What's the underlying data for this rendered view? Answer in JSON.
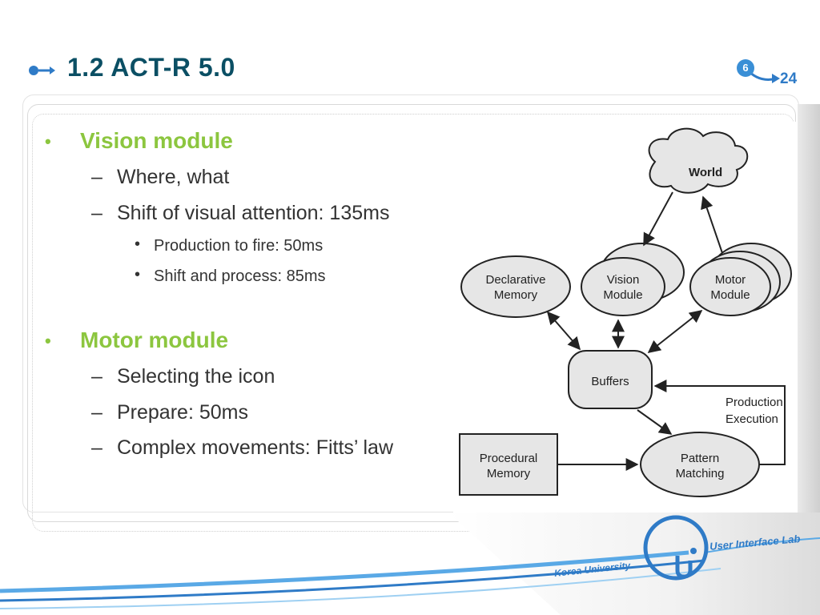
{
  "header": {
    "title": "1.2 ACT-R 5.0",
    "chapter": "6",
    "page": "24"
  },
  "bullets": [
    {
      "level": 1,
      "text": "Vision module"
    },
    {
      "level": 2,
      "text": "Where, what"
    },
    {
      "level": 2,
      "text": "Shift of visual attention: 135ms"
    },
    {
      "level": 3,
      "text": "Production to fire: 50ms"
    },
    {
      "level": 3,
      "text": "Shift and process: 85ms"
    },
    {
      "level": 1,
      "text": "Motor module"
    },
    {
      "level": 2,
      "text": "Selecting the icon"
    },
    {
      "level": 2,
      "text": "Prepare: 50ms"
    },
    {
      "level": 2,
      "text": "Complex movements: Fitts’ law"
    }
  ],
  "diagram": {
    "world": "World",
    "declarative": [
      "Declarative",
      "Memory"
    ],
    "vision": [
      "Vision",
      "Module"
    ],
    "motor": [
      "Motor",
      "Module"
    ],
    "buffers": "Buffers",
    "production": [
      "Production",
      "Execution"
    ],
    "procedural": [
      "Procedural",
      "Memory"
    ],
    "pattern": [
      "Pattern",
      "Matching"
    ]
  },
  "footer": {
    "university": "Korea University",
    "lab": "User Interface Lab"
  },
  "colors": {
    "title": "#0b4f64",
    "accent_green": "#8cc63f",
    "accent_blue": "#2f7bc7"
  }
}
